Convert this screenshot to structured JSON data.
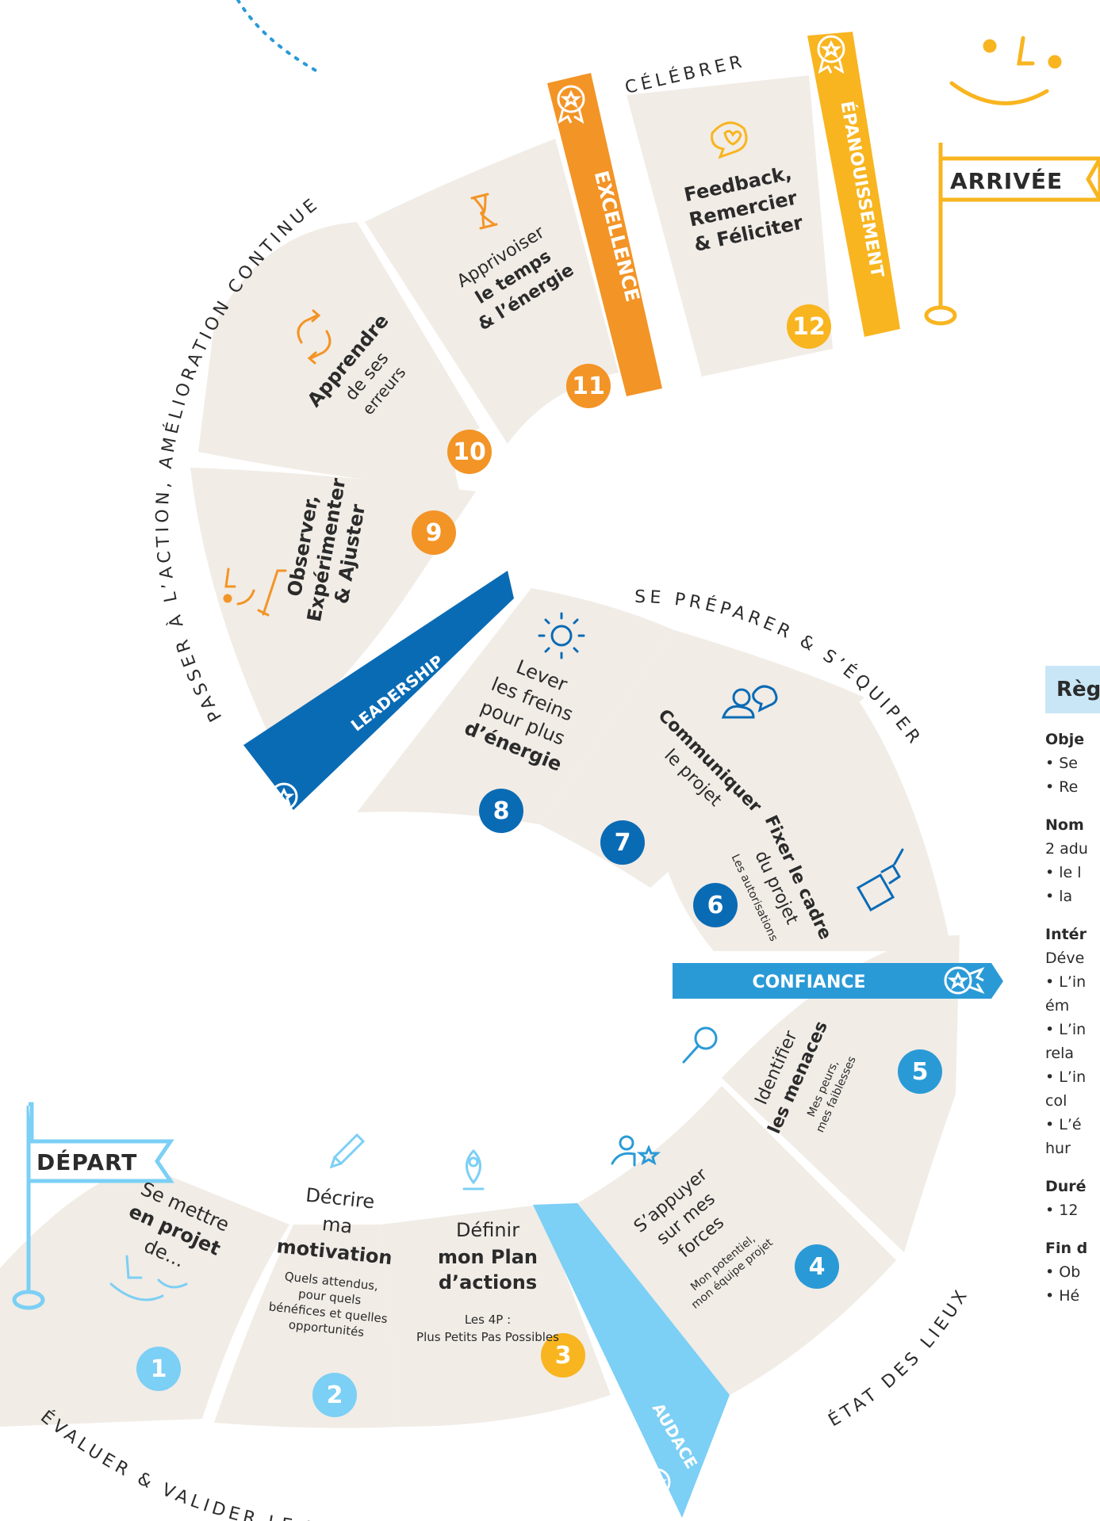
{
  "arc_labels": {
    "passer": "PASSER À L’ACTION, AMÉLIORATION CONTINUE",
    "celebrer": "CÉLÉBRER",
    "preparer": "SE PRÉPARER & S’ÉQUIPER",
    "etat": "ÉTAT DES LIEUX",
    "evaluer": "ÉVALUER & VALIDER LE PROJET"
  },
  "flags": {
    "depart": "DÉPART",
    "arrivee": "ARRIVÉE"
  },
  "ribbons": {
    "audace": "AUDACE",
    "confiance": "CONFIANCE",
    "leadership": "LEADERSHIP",
    "excellence": "EXCELLENCE",
    "epanouissement": "ÉPANOUISSEMENT"
  },
  "steps": [
    {
      "number": "1",
      "lines": [
        "Se mettre",
        "en projet",
        "de..."
      ]
    },
    {
      "number": "2",
      "lines": [
        "Décrire",
        "ma",
        "motivation",
        "Quels attendus,",
        "pour quels",
        "bénéfices et quelles",
        "opportunités"
      ]
    },
    {
      "number": "3",
      "lines": [
        "Définir",
        "mon Plan",
        "d’actions",
        "Les 4P :",
        "Plus Petits Pas Possibles"
      ]
    },
    {
      "number": "4",
      "lines": [
        "S’appuyer",
        "sur mes",
        "forces",
        "Mon potentiel,",
        "mon équipe projet"
      ]
    },
    {
      "number": "5",
      "lines": [
        "Identifier",
        "les menaces",
        "Mes peurs,",
        "mes faiblesses"
      ]
    },
    {
      "number": "6",
      "lines": [
        "Fixer le cadre",
        "du projet",
        "Les autorisations"
      ]
    },
    {
      "number": "7",
      "lines": [
        "Communiquer",
        "le projet"
      ]
    },
    {
      "number": "8",
      "lines": [
        "Lever",
        "les freins",
        "pour plus",
        "d’énergie"
      ]
    },
    {
      "number": "9",
      "lines": [
        "Observer,",
        "Expérimenter",
        "& Ajuster"
      ]
    },
    {
      "number": "10",
      "lines": [
        "Apprendre",
        "de ses",
        "erreurs"
      ]
    },
    {
      "number": "11",
      "lines": [
        "Apprivoiser",
        "le temps",
        "& l’énergie"
      ]
    },
    {
      "number": "12",
      "lines": [
        "Feedback,",
        "Remercier",
        "& Féliciter"
      ]
    }
  ],
  "rules": {
    "title": "Règ",
    "objectif": {
      "heading": "Obje",
      "items": [
        "• Se",
        "• Re"
      ]
    },
    "nombre": {
      "heading": "Nom",
      "items": [
        "2 adu",
        "• le l",
        "• la"
      ]
    },
    "interet": {
      "heading": "Intér",
      "items": [
        "Déve",
        "• L’in",
        "ém",
        "• L’in",
        "rela",
        "• L’in",
        "col",
        "• L’é",
        "hur"
      ]
    },
    "duree": {
      "heading": "Duré",
      "items": [
        "• 12"
      ]
    },
    "fin": {
      "heading": "Fin d",
      "items": [
        "• Ob",
        "• Hé"
      ]
    }
  },
  "colors": {
    "card": "#f1ece6",
    "light_blue": "#7ccff5",
    "mid_blue": "#2a9ad7",
    "dark_blue": "#0a6bb5",
    "orange": "#f39426",
    "yellow": "#f8b520",
    "text": "#2b2b2b"
  },
  "icons": [
    "smile-icon",
    "pencil-icon",
    "map-pin-icon",
    "user-star-icon",
    "magnifier-icon",
    "paint-can-icon",
    "speech-people-icon",
    "sun-icon",
    "smile-brush-icon",
    "refresh-icon",
    "hourglass-icon",
    "heart-bubble-icon",
    "award-icon",
    "flag-icon"
  ]
}
